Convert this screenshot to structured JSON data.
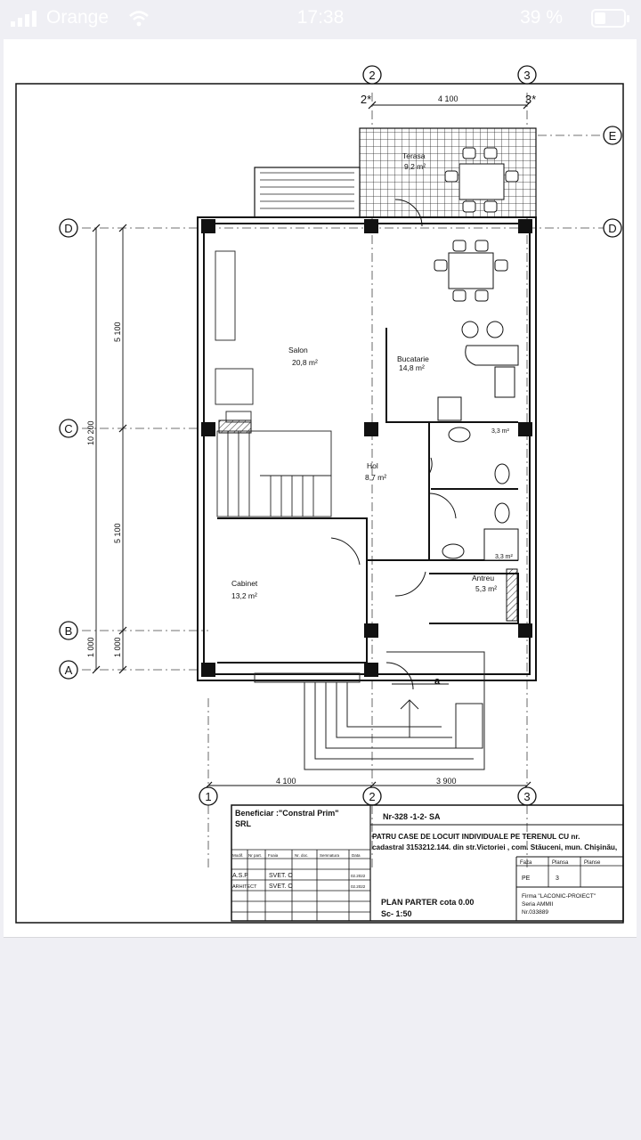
{
  "status_bar": {
    "carrier": "Orange",
    "time": "17:38",
    "battery": "39 %"
  },
  "plan": {
    "grid": {
      "axis_2": "2",
      "axis_3": "3",
      "axis_2s": "2*",
      "axis_3s": "3*",
      "axis_1": "1",
      "axis_A": "A",
      "axis_B": "B",
      "axis_C": "C",
      "axis_D": "D",
      "axis_E": "E"
    },
    "dims": {
      "top": "4 100",
      "bottom_left": "4 100",
      "bottom_right": "3 900",
      "left_total": "10 200",
      "left_upper": "5 100",
      "left_lower": "5 100",
      "left_b": "1 000",
      "left_a": "1 000"
    },
    "rooms": {
      "terasa_name": "Terasa",
      "terasa_area": "9,2 m²",
      "salon_name": "Salon",
      "salon_area": "20,8 m²",
      "bucatarie_name": "Bucatarie",
      "bucatarie_area": "14,8 m²",
      "wc1_area": "3,3 m²",
      "hol_name": "Hol",
      "hol_area": "8,7 m²",
      "wc2_area": "3,3 m²",
      "cabinet_name": "Cabinet",
      "cabinet_area": "13,2 m²",
      "antreu_name": "Antreu",
      "antreu_area": "5,3 m²"
    },
    "section_mark": "a"
  },
  "title_block": {
    "beneficiar": "Beneficiar :\"Constral Prim\"",
    "beneficiar_2": "SRL",
    "project_no": "Nr-328 -1-2- SA",
    "project_title_1": "PATRU CASE  DE  LOCUIT  INDIVIDUALE  PE TERENUL CU  nr.",
    "project_title_2": "cadastral 3153212.144. din str.Victoriei  , com. Stăuceni, mun. Chişinău,",
    "hdr_modif": "Modif.",
    "hdr_nrpart": "Nr part.",
    "hdr_foaia": "Foaia",
    "hdr_nrdoc": "Nr. doc.",
    "hdr_semn": "Semnatura",
    "hdr_data": "Data",
    "row1_role": "A.S.P",
    "row1_name": "SVET. O",
    "row1_date": "02.2022",
    "row2_role": "ARHITECT",
    "row2_name": "SVET. O",
    "row2_date": "02.2022",
    "faza_label": "Faza",
    "plansa_label": "Plansa",
    "planse_label": "Planse",
    "faza_value": "PE",
    "plansa_value": "3",
    "drawing_title": "PLAN  PARTER  cota 0.00",
    "scale": "Sc- 1:50",
    "firm_1": "Firma \"LACONIC-PROIECT\"",
    "firm_2": "Seria AMMII",
    "firm_3": "Nr.033889"
  }
}
